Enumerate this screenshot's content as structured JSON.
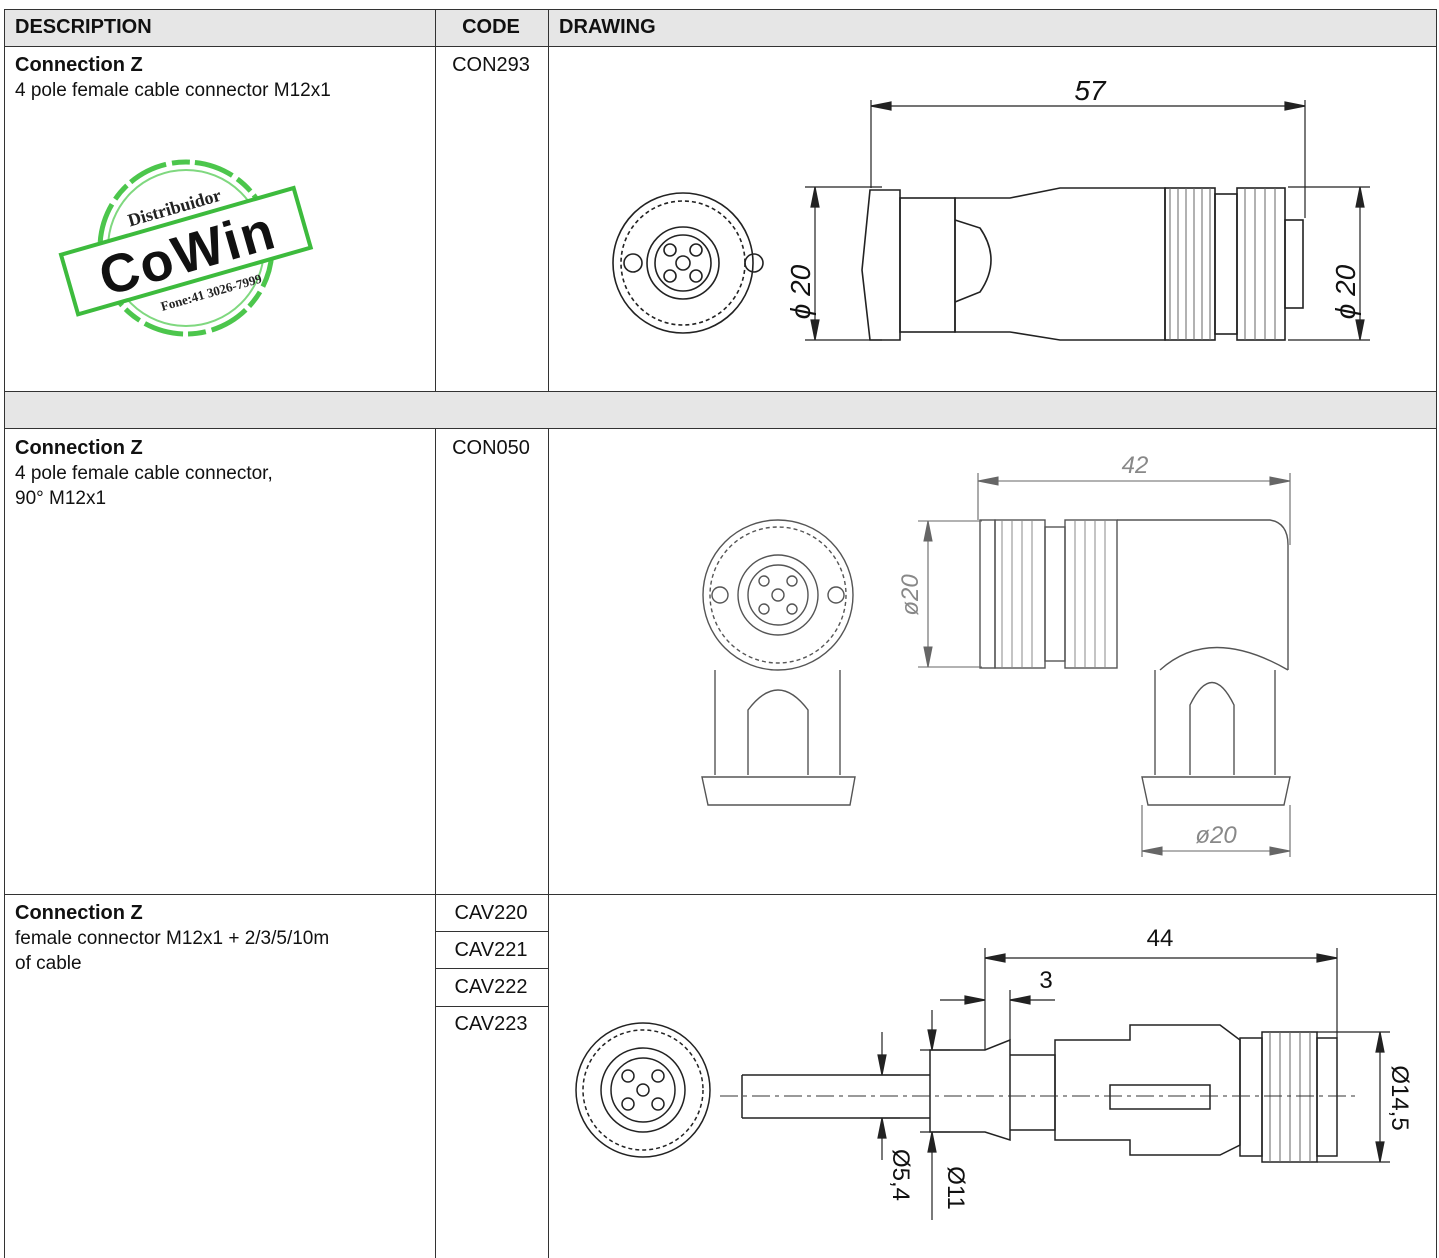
{
  "header": {
    "description": "DESCRIPTION",
    "code": "CODE",
    "drawing": "DRAWING"
  },
  "rows": [
    {
      "title": "Connection Z",
      "desc_lines": [
        "4 pole female cable connector M12x1"
      ],
      "codes": [
        "CON293"
      ],
      "dims": {
        "length": "57",
        "diam_left": "ϕ 20",
        "diam_right": "ϕ 20"
      }
    },
    {
      "title": "Connection Z",
      "desc_lines": [
        "4 pole female cable connector,",
        "90° M12x1"
      ],
      "codes": [
        "CON050"
      ],
      "dims": {
        "length": "42",
        "diam_side": "ø20",
        "diam_bottom": "ø20"
      }
    },
    {
      "title": "Connection Z",
      "desc_lines": [
        "female connector M12x1 + 2/3/5/10m",
        "of cable"
      ],
      "codes": [
        "CAV220",
        "CAV221",
        "CAV222",
        "CAV223"
      ],
      "dims": {
        "length": "44",
        "offset": "3",
        "cable_diam": "Ø5,4",
        "body_diam": "Ø11",
        "nut_diam": "Ø14,5"
      }
    }
  ],
  "stamp": {
    "top": "Distribuidor",
    "brand": "CoWin",
    "phone": "Fone:41 3026-7999",
    "color": "#3dbb3d"
  }
}
